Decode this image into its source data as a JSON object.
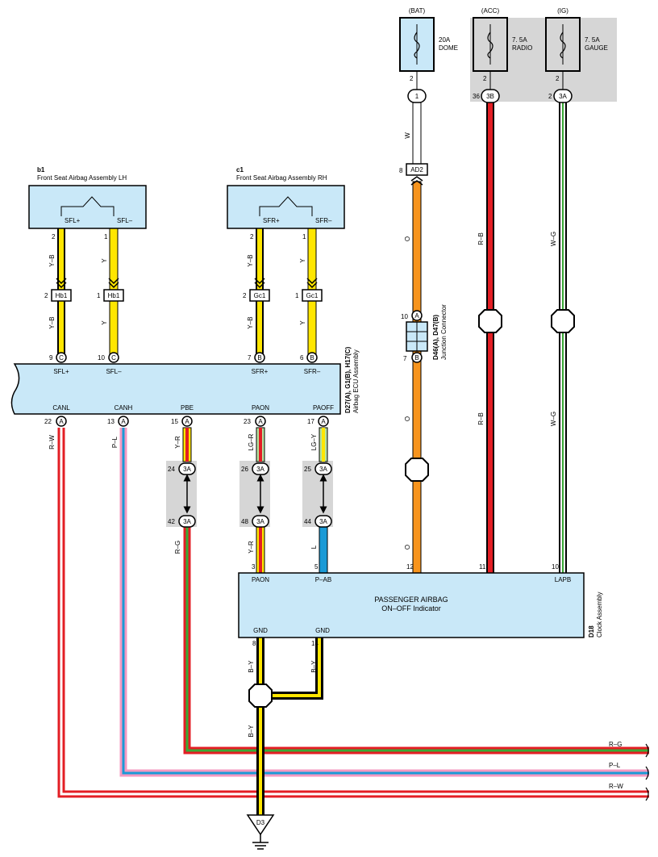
{
  "fuses": {
    "bat": {
      "label": "(BAT)",
      "rating": "20A",
      "name": "DOME",
      "pin": "2"
    },
    "acc": {
      "label": "(ACC)",
      "rating": "7. 5A",
      "name": "RADIO",
      "pin": "2"
    },
    "ig": {
      "label": "(IG)",
      "rating": "7. 5A",
      "name": "GAUGE",
      "pin": "2"
    }
  },
  "connectors": {
    "c1": {
      "label": "1"
    },
    "c3b": {
      "label": "3B",
      "pin": "36"
    },
    "c3a": {
      "label": "3A",
      "pin": "2"
    },
    "ad2": {
      "label": "AD2",
      "pin": "8"
    },
    "hb1a": {
      "label": "Hb1",
      "pin": "2"
    },
    "hb1b": {
      "label": "Hb1",
      "pin": "1"
    },
    "gc1a": {
      "label": "Gc1",
      "pin": "2"
    },
    "gc1b": {
      "label": "Gc1",
      "pin": "1"
    },
    "j24": {
      "label": "3A",
      "pin": "24"
    },
    "j42": {
      "label": "3A",
      "pin": "42"
    },
    "j26": {
      "label": "3A",
      "pin": "26"
    },
    "j48": {
      "label": "3A",
      "pin": "48"
    },
    "j25": {
      "label": "3A",
      "pin": "25"
    },
    "j44": {
      "label": "3A",
      "pin": "44"
    },
    "jcA": {
      "label": "A",
      "pin": "10"
    },
    "jcB": {
      "label": "B",
      "pin": "7"
    }
  },
  "airbag_lh": {
    "id": "b1",
    "name": "Front Seat Airbag Assembly LH",
    "t1": "SFL+",
    "t2": "SFL–",
    "p1": "2",
    "p2": "1"
  },
  "airbag_rh": {
    "id": "c1",
    "name": "Front Seat Airbag Assembly RH",
    "t1": "SFR+",
    "t2": "SFR–",
    "p1": "2",
    "p2": "1"
  },
  "ecu": {
    "id": "D27(A), G1(B), H17(C)",
    "name": "Airbag ECU Assembly",
    "top": [
      {
        "pin": "9",
        "conn": "C",
        "label": "SFL+"
      },
      {
        "pin": "10",
        "conn": "C",
        "label": "SFL–"
      },
      {
        "pin": "7",
        "conn": "B",
        "label": "SFR+"
      },
      {
        "pin": "6",
        "conn": "B",
        "label": "SFR–"
      }
    ],
    "bottom": [
      {
        "pin": "22",
        "conn": "A",
        "label": "CANL"
      },
      {
        "pin": "13",
        "conn": "A",
        "label": "CANH"
      },
      {
        "pin": "15",
        "conn": "A",
        "label": "PBE"
      },
      {
        "pin": "23",
        "conn": "A",
        "label": "PAON"
      },
      {
        "pin": "17",
        "conn": "A",
        "label": "PAOFF"
      }
    ]
  },
  "junction": {
    "id": "D46(A), D47(B)",
    "name": "Junction Connector"
  },
  "clock": {
    "id": "D18",
    "name": "Clock Assembly",
    "title": "PASSENGER AIRBAG",
    "subtitle": "ON–OFF Indicator",
    "t_paon": "PAON",
    "t_pab": "P–AB",
    "t_lapb": "LAPB",
    "t_gnd1": "GND",
    "t_gnd2": "GND",
    "p_paon": "3",
    "p_pab": "5",
    "p_12": "12",
    "p_11": "11",
    "p_10": "10",
    "p_gnd1": "8",
    "p_gnd2": "14"
  },
  "wires": {
    "w": "W",
    "o": "O",
    "rb": "R–B",
    "wg": "W–G",
    "yb": "Y–B",
    "y": "Y",
    "rw": "R–W",
    "pl": "P–L",
    "yr": "Y–R",
    "lgr": "LG–R",
    "lgy": "LG–Y",
    "rg": "R–G",
    "l": "L",
    "by": "B–Y"
  },
  "ground": {
    "label": "D3"
  },
  "colors": {
    "yellow": "#ffe600",
    "orange": "#f7941d",
    "red": "#e31e24",
    "green": "#3aaa35",
    "blue": "#1a9ad6",
    "pink": "#f49ac1",
    "connector_fill": "#c9e8f8",
    "shade": "#d4d4d4"
  }
}
